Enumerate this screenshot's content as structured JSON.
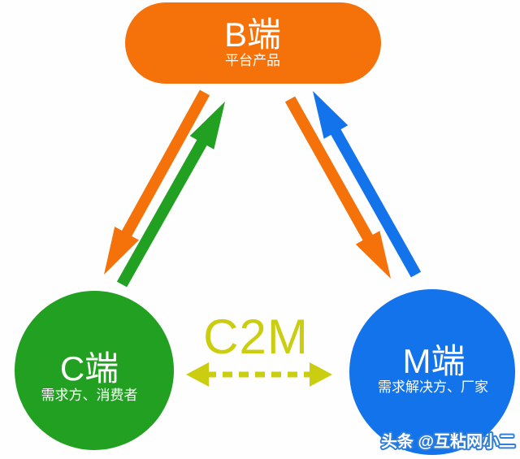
{
  "colors": {
    "background": "#FEFEFE",
    "orange": "#F57109",
    "green": "#21A021",
    "blue": "#1373EA",
    "yellow": "#CBCE10",
    "text_on_shapes": "#FFFFFF"
  },
  "nodes": {
    "b": {
      "title": "B端",
      "subtitle": "平台产品",
      "color": "#F57109",
      "shape": "pill"
    },
    "c": {
      "title": "C端",
      "subtitle": "需求方、消费者",
      "color": "#21A021",
      "shape": "circle"
    },
    "m": {
      "title": "M端",
      "subtitle": "需求解决方、厂家",
      "color": "#1373EA",
      "shape": "circle"
    }
  },
  "arrows": [
    {
      "from": "B端",
      "to": "C端",
      "color": "#F57109"
    },
    {
      "from": "C端",
      "to": "B端",
      "color": "#21A021"
    },
    {
      "from": "B端",
      "to": "M端",
      "color": "#F57109"
    },
    {
      "from": "M端",
      "to": "B端",
      "color": "#1373EA"
    }
  ],
  "c2m_link": {
    "label": "C2M",
    "color": "#CBCE10",
    "style": "dashed",
    "bidirectional": true
  },
  "watermark": {
    "text": "头条 @互粘网小二",
    "fill": "#FFFFFF",
    "stroke": "#2F7ED9"
  }
}
